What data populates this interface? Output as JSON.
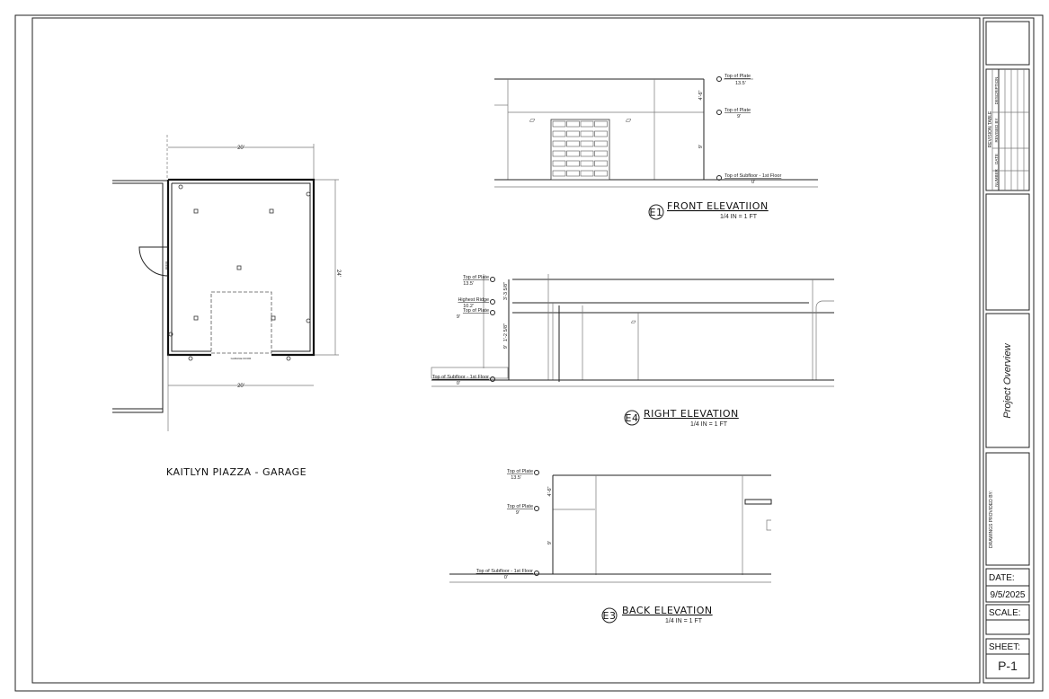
{
  "sheet": {
    "project_title": "KAITLYN PIAZZA - GARAGE",
    "floor_plan": {
      "dim_top": "20'",
      "dim_bottom": "20'",
      "dim_right": "24'",
      "garage_door_label": "GARAGE DOOR",
      "door_label": "DOOR"
    },
    "elevations": [
      {
        "tag": "E1",
        "title": "FRONT ELEVATIION",
        "scale": "1/4 IN = 1 FT",
        "levels": [
          {
            "name": "Top of Plate",
            "value": "13.5'"
          },
          {
            "name": "Top of Plate",
            "value": "9'"
          },
          {
            "name": "Top of Subfloor - 1st Floor",
            "value": "0'"
          }
        ],
        "dims": [
          "4'-6\"",
          "9'"
        ]
      },
      {
        "tag": "E4",
        "title": "RIGHT ELEVATION",
        "scale": "1/4 IN = 1 FT",
        "levels": [
          {
            "name": "Top of Plate",
            "value": "13.5'"
          },
          {
            "name": "Highest Ridge",
            "value": "10.2'"
          },
          {
            "name": "Top of Plate",
            "value": "9'"
          },
          {
            "name": "Top of Subfloor - 1st Floor",
            "value": "0'"
          }
        ],
        "dims": [
          "3'-3 5/8\"",
          "1'-2 5/8\"",
          "9'"
        ]
      },
      {
        "tag": "E3",
        "title": "BACK ELEVATION",
        "scale": "1/4 IN = 1 FT",
        "levels": [
          {
            "name": "Top of Plate",
            "value": "13.5'"
          },
          {
            "name": "Top of Plate",
            "value": "9'"
          },
          {
            "name": "Top of Subfloor - 1st Floor",
            "value": "0'"
          }
        ],
        "dims": [
          "4'-6\"",
          "9'"
        ]
      }
    ]
  },
  "title_block": {
    "revision_table": {
      "title": "REVISION TABLE",
      "columns": [
        "NUMBER",
        "DATE",
        "REVISED BY",
        "DESCRIPTION"
      ]
    },
    "sheet_name": "Project Overview",
    "drawings_provided_by": "DRAWINGS PROVIDED BY:",
    "date_label": "DATE:",
    "date_value": "9/5/2025",
    "scale_label": "SCALE:",
    "scale_value": "",
    "sheet_label": "SHEET:",
    "sheet_number": "P-1"
  }
}
